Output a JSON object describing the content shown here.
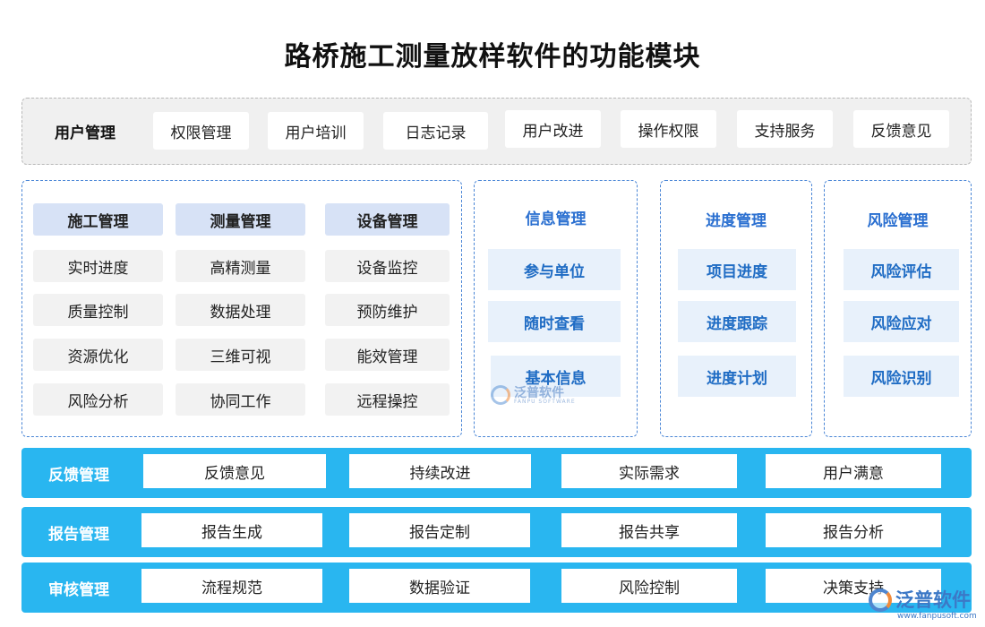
{
  "title": "路桥施工测量放样软件的功能模块",
  "user_mgmt": {
    "label": "用户管理",
    "items": [
      "权限管理",
      "用户培训",
      "日志记录",
      "用户改进",
      "操作权限",
      "支持服务",
      "反馈意见"
    ]
  },
  "grid_panel": {
    "headers": [
      "施工管理",
      "测量管理",
      "设备管理"
    ],
    "rows": [
      [
        "实时进度",
        "高精测量",
        "设备监控"
      ],
      [
        "质量控制",
        "数据处理",
        "预防维护"
      ],
      [
        "资源优化",
        "三维可视",
        "能效管理"
      ],
      [
        "风险分析",
        "协同工作",
        "远程操控"
      ]
    ]
  },
  "info_panel": {
    "title": "信息管理",
    "items": [
      "参与单位",
      "随时查看",
      "基本信息"
    ]
  },
  "progress_panel": {
    "title": "进度管理",
    "items": [
      "项目进度",
      "进度跟踪",
      "进度计划"
    ]
  },
  "risk_panel": {
    "title": "风险管理",
    "items": [
      "风险评估",
      "风险应对",
      "风险识别"
    ]
  },
  "feedback_band": {
    "label": "反馈管理",
    "items": [
      "反馈意见",
      "持续改进",
      "实际需求",
      "用户满意"
    ]
  },
  "report_band": {
    "label": "报告管理",
    "items": [
      "报告生成",
      "报告定制",
      "报告共享",
      "报告分析"
    ]
  },
  "audit_band": {
    "label": "审核管理",
    "items": [
      "流程规范",
      "数据验证",
      "风险控制",
      "决策支持"
    ]
  },
  "watermark": {
    "center_text": "泛普软件",
    "center_sub": "FANPU SOFTWARE",
    "corner_text": "泛普软件",
    "corner_url": "www.fanpusoft.com"
  },
  "colors": {
    "accent_blue": "#29b6f0",
    "panel_border": "#4a86d6",
    "header_fill": "#d7e2f6",
    "text_blue": "#2a6fd0"
  }
}
